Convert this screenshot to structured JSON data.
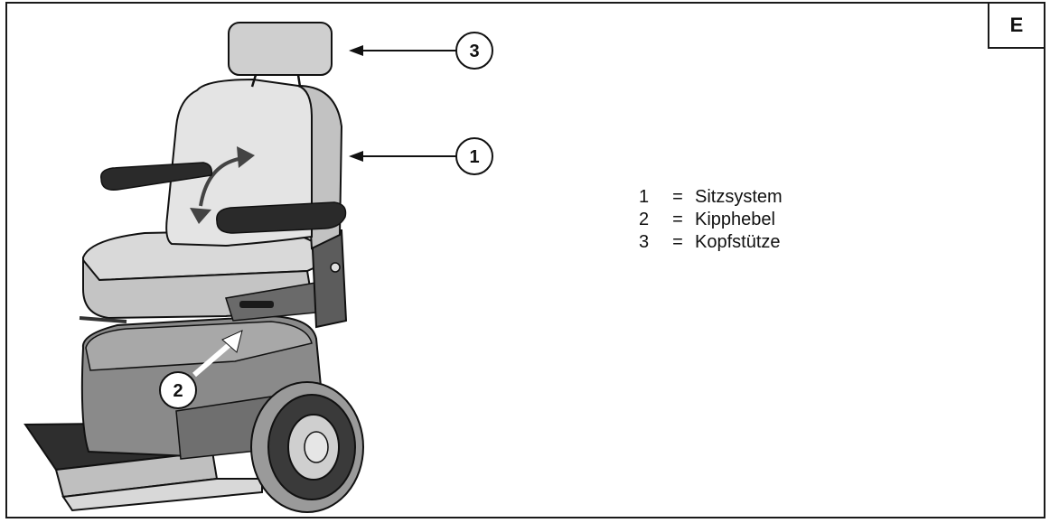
{
  "section_label": "E",
  "callouts": [
    {
      "number": "3"
    },
    {
      "number": "1"
    },
    {
      "number": "2"
    }
  ],
  "legend": [
    {
      "number": "1",
      "separator": "=",
      "label": "Sitzsystem"
    },
    {
      "number": "2",
      "separator": "=",
      "label": "Kipphebel"
    },
    {
      "number": "3",
      "separator": "=",
      "label": "Kopfstütze"
    }
  ],
  "colors": {
    "frame": "#1a1a1a",
    "seat_light": "#d6d6d6",
    "seat_mid": "#bdbdbd",
    "base_dark": "#7a7a7a",
    "armrest": "#2a2a2a"
  }
}
